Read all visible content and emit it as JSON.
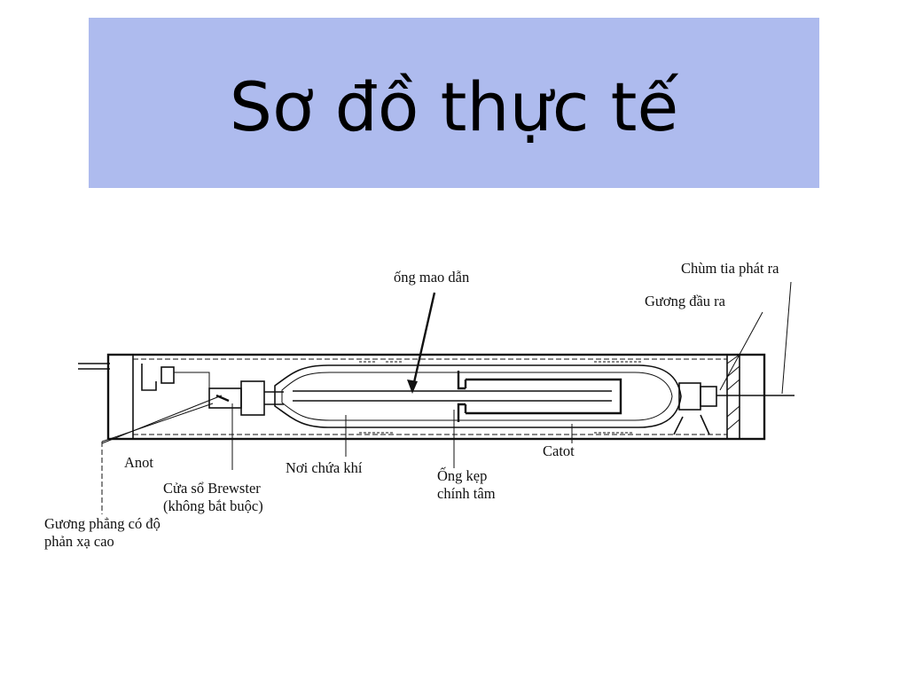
{
  "slide": {
    "title": "Sơ đồ thực tế"
  },
  "diagram": {
    "labels": {
      "capillary": "ống mao dẫn",
      "output_beam": "Chùm tia phát ra",
      "output_mirror": "Gương đầu ra",
      "anode": "Anot",
      "gas_reservoir": "Nơi chứa khí",
      "cathode": "Catot",
      "centering_clamp_1": "Ống kẹp",
      "centering_clamp_2": "chính tâm",
      "brewster_1": "Cửa sổ Brewster",
      "brewster_2": "(không bắt buộc)",
      "hr_mirror_1": "Gương phẳng có độ",
      "hr_mirror_2": "phản xạ cao"
    }
  }
}
